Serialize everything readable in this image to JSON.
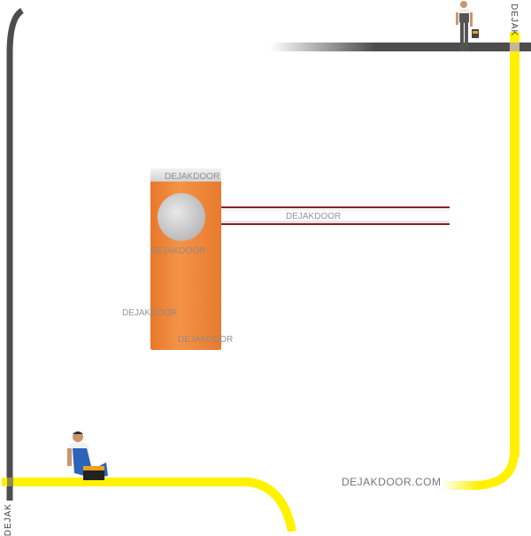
{
  "product": {
    "name_watermarks": [
      "DEJAKDOOR",
      "DEJAKDOOR",
      "DEJAKDOOR",
      "DEJAKDOOR",
      "DEJAKDOOR"
    ]
  },
  "frame": {
    "corner_label_top": "DEJAK",
    "corner_label_bottom": "DEJAK",
    "website": "DEJAKDOOR.COM",
    "colors": {
      "dark_bar": "#4d4d4d",
      "yellow_bar": "#fff200",
      "housing": "#f28a3a",
      "boom_edge": "#8b1f2a"
    }
  }
}
